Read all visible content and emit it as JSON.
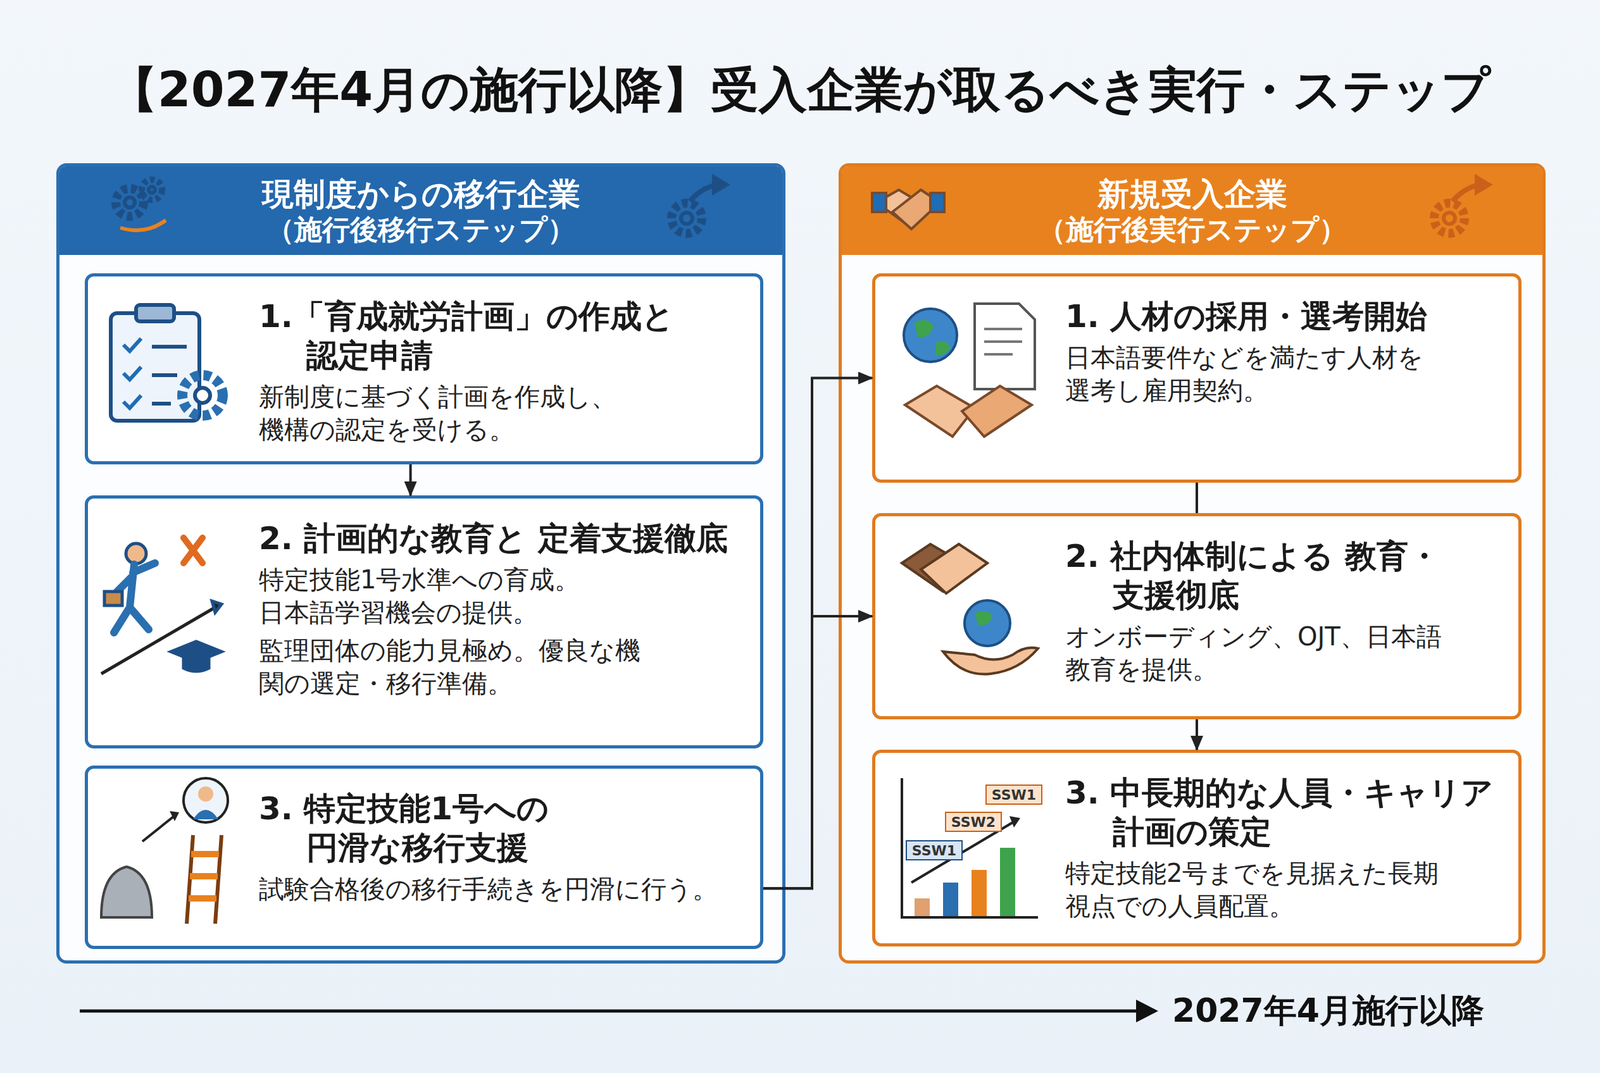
{
  "diagram": {
    "title": "【2027年4月の施行以降】受入企業が取るべき実行・ステップ",
    "nodes": [
      {
        "text": [
          "現制度からの移行企業",
          "（施行後移行ステップ）"
        ]
      },
      {
        "text": [
          "1.「育成就労計画」の作成と 認定申請",
          "新制度に基づく計画を作成し、 機構の認定を受ける。"
        ],
        "in": 0
      },
      {
        "text": [
          "2. 計画的な教育と 定着支援徹底",
          "特定技能1号水準への育成。 日本語学習機会の提供。",
          "監理団体の能力見極め。優良な機 関の選定・移行準備。"
        ],
        "in": 0
      },
      {
        "text": [
          "3. 特定技能1号への 円滑な移行支援",
          "試験合格後の移行手続きを円滑に行う。"
        ],
        "in": 0
      },
      {
        "text": [
          "新規受入企業",
          "（施行後実行ステップ）"
        ]
      },
      {
        "text": [
          "1. 人材の採用・選考開始",
          "日本語要件などを満たす人材を 選考し雇用契約。"
        ],
        "in": 4
      },
      {
        "text": [
          "2. 社内体制による 教育・支援彻底",
          "オンボーディング、OJT、日本語 教育を提供。"
        ],
        "in": 4
      },
      {
        "text": [
          "3. 中長期的な人員・キャリア 計画の策定",
          "特定技能2号までを見据えた長期 視点での人員配置。"
        ],
        "in": 4
      }
    ],
    "edges": [
      {
        "from": 1,
        "to": 2,
        "arrow": "to"
      },
      {
        "from": 3,
        "to": 5,
        "arrow": "to"
      },
      {
        "from": 3,
        "to": 6,
        "arrow": "to"
      },
      {
        "from": 5,
        "to": 6,
        "arrow": "none"
      },
      {
        "from": 6,
        "to": 7,
        "arrow": "to"
      }
    ],
    "labels": [
      "SSW1",
      "SSW2",
      "SSW1",
      "2027年4月施行以降"
    ]
  }
}
